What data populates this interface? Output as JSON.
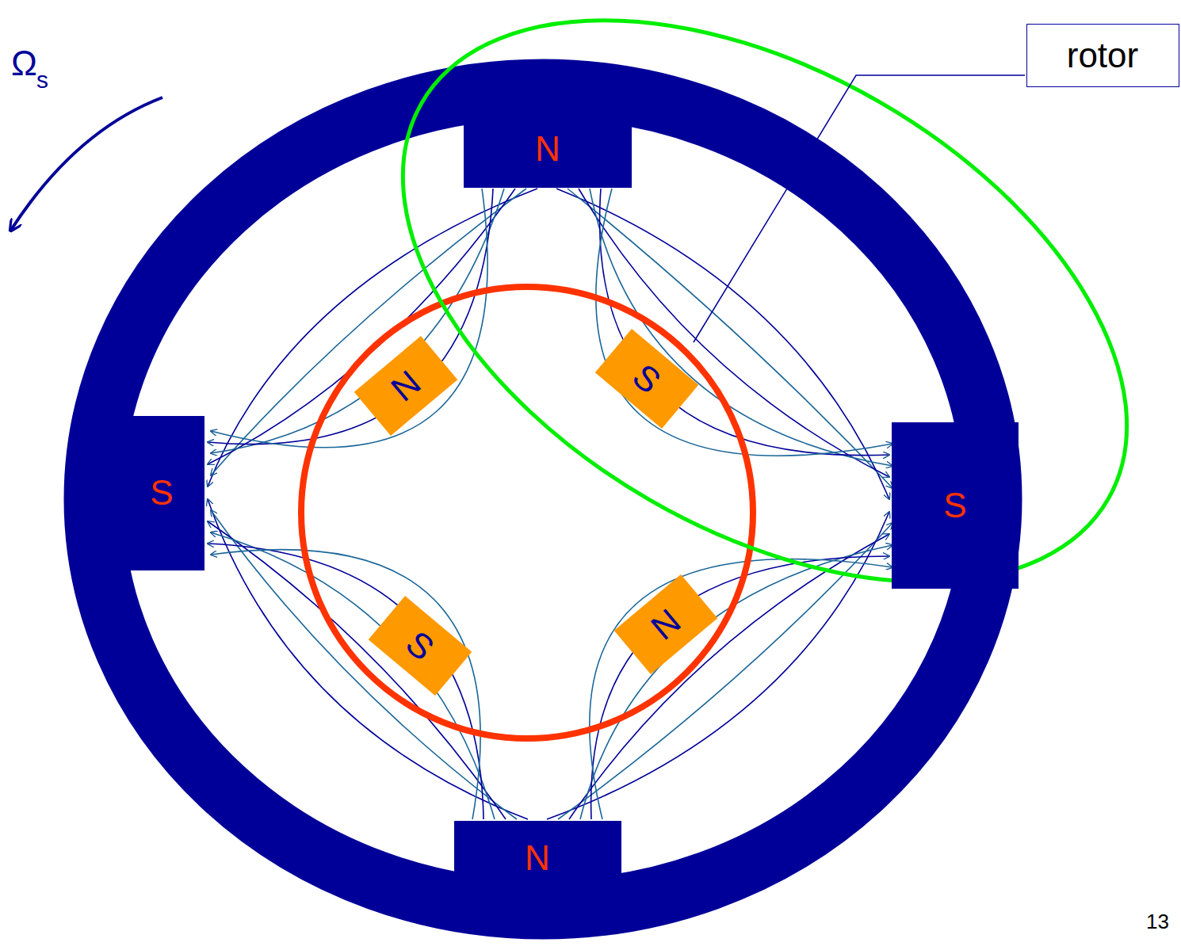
{
  "diagram": {
    "nodes": [
      {
        "text": [
          "N"
        ]
      },
      {
        "text": [
          "rotor"
        ]
      },
      {
        "text": [
          "N"
        ]
      },
      {
        "text": [
          "S"
        ]
      },
      {
        "text": [
          "S"
        ]
      },
      {
        "text": [
          "S"
        ]
      },
      {
        "text": [
          "S"
        ]
      },
      {
        "text": [
          "N"
        ]
      },
      {
        "text": [
          "N"
        ]
      }
    ],
    "labels": [
      "Ω",
      "s",
      "13"
    ]
  }
}
